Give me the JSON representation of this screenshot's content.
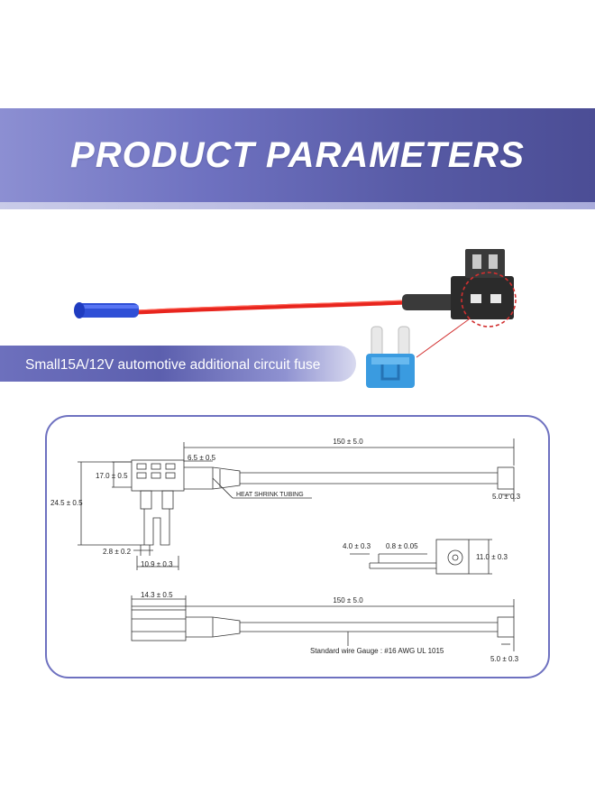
{
  "banner": {
    "title": "PRODUCT PARAMETERS"
  },
  "caption": {
    "text": "Small15A/12V automotive additional circuit fuse"
  },
  "colors": {
    "banner": "#575aa5",
    "wire": "#e8251e",
    "fuse": "#3a9be0",
    "connector": "#2f4fd6",
    "panel_border": "#6e71c0"
  },
  "drawing": {
    "top_length": "150 ± 5.0",
    "top_wire_height": "5.0 ± 0.3",
    "dim_6_5": "6.5 ± 0.5",
    "dim_17": "17.0 ± 0.5",
    "dim_24_5": "24.5 ± 0.5",
    "dim_2_8": "2.8 ± 0.2",
    "dim_10_9": "10.9 ± 0.3",
    "heat_shrink": "HEAT SHRINK TUBING",
    "dim_4": "4.0 ± 0.3",
    "dim_0_8": "0.8 ± 0.05",
    "dim_11": "11.0 ± 0.3",
    "dim_14_3": "14.3 ± 0.5",
    "bottom_length": "150 ± 5.0",
    "wire_gauge": "Standard wire Gauge :  #16 AWG UL 1015",
    "bottom_wire_height": "5.0 ± 0.3"
  }
}
